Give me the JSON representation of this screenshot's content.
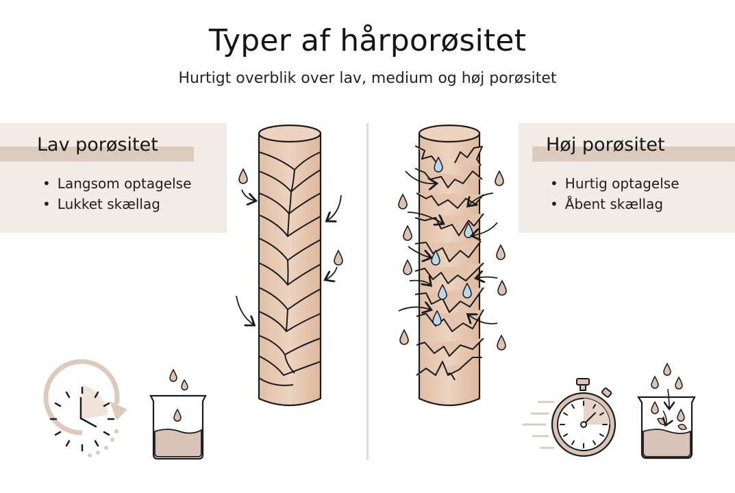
{
  "header": {
    "title": "Typer af hårporøsitet",
    "subtitle": "Hurtigt overblik over lav, medium og høj porøsitet"
  },
  "panels": {
    "low": {
      "heading": "Lav porøsitet",
      "bullets": [
        "Langsom optagelse",
        "Lukket skællag"
      ],
      "illustration": "closed-cuticle-hair-strand",
      "icons": [
        "slow-clock-icon",
        "beaker-few-drops-icon"
      ]
    },
    "high": {
      "heading": "Høj porøsitet",
      "bullets": [
        "Hurtig optagelse",
        "Åbent skællag"
      ],
      "illustration": "open-cuticle-hair-strand",
      "icons": [
        "fast-stopwatch-icon",
        "beaker-many-drops-icon"
      ]
    }
  },
  "colors": {
    "panel_bg": "#f3ebe5",
    "panel_band": "#dccabd",
    "hair_fill": "#e8c8b0",
    "accent_beige": "#d8c4b6",
    "water_blue": "#b9d9ea",
    "divider": "#e6d8ce",
    "outline": "#1a1a1a"
  }
}
